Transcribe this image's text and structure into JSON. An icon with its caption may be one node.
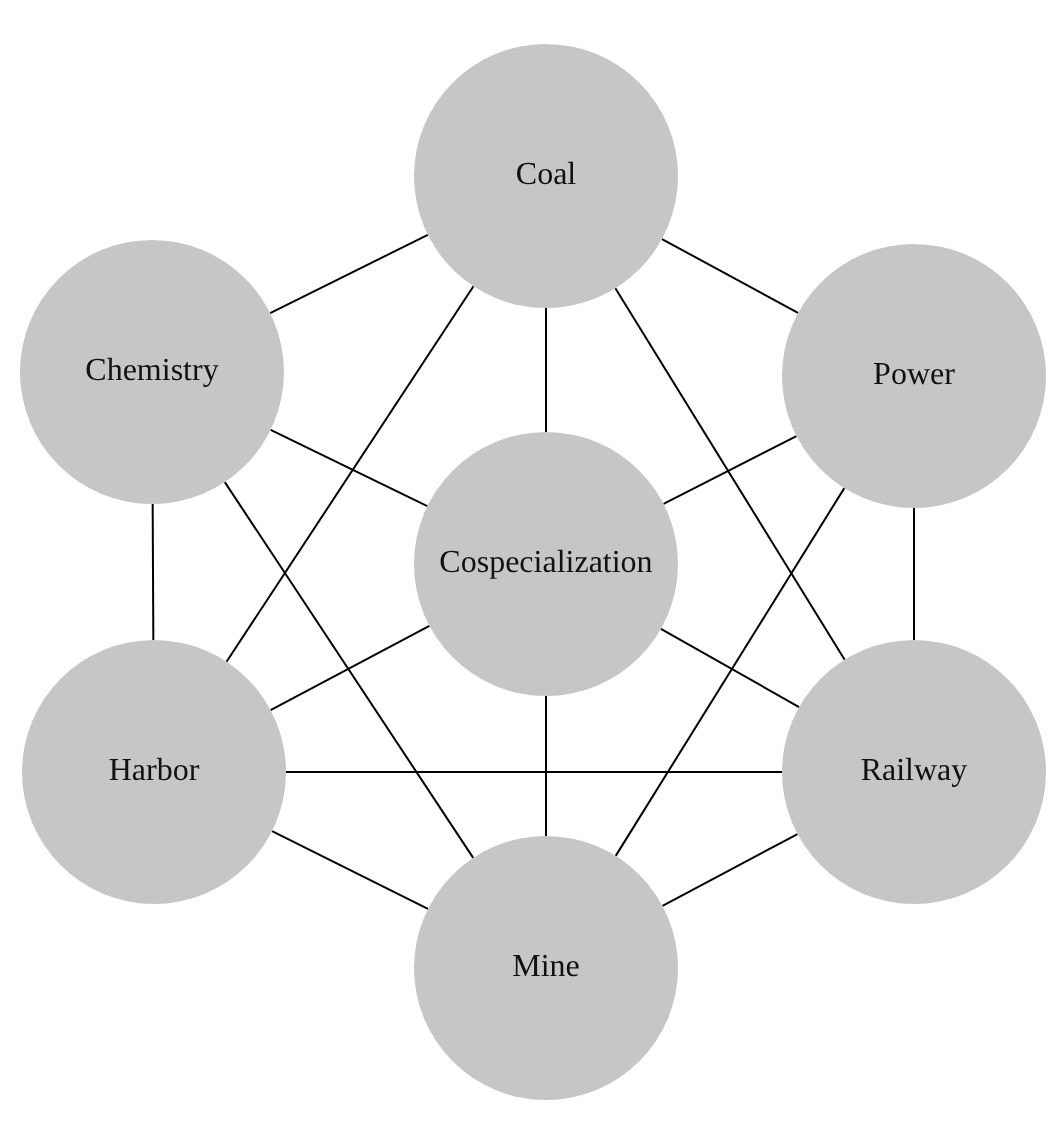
{
  "diagram": {
    "nodes": [
      {
        "text": [
          "Coal"
        ]
      },
      {
        "text": [
          "Chemistry"
        ]
      },
      {
        "text": [
          "Power"
        ]
      },
      {
        "text": [
          "Cospecialization"
        ]
      },
      {
        "text": [
          "Harbor"
        ]
      },
      {
        "text": [
          "Railway"
        ]
      },
      {
        "text": [
          "Mine"
        ]
      }
    ],
    "edges": [
      {
        "from": 0,
        "to": 1,
        "arrow": "none"
      },
      {
        "from": 0,
        "to": 2,
        "arrow": "none"
      },
      {
        "from": 0,
        "to": 3,
        "arrow": "none"
      },
      {
        "from": 0,
        "to": 4,
        "arrow": "none"
      },
      {
        "from": 0,
        "to": 5,
        "arrow": "none"
      },
      {
        "from": 1,
        "to": 3,
        "arrow": "none"
      },
      {
        "from": 1,
        "to": 4,
        "arrow": "none"
      },
      {
        "from": 1,
        "to": 6,
        "arrow": "none"
      },
      {
        "from": 2,
        "to": 3,
        "arrow": "none"
      },
      {
        "from": 2,
        "to": 5,
        "arrow": "none"
      },
      {
        "from": 2,
        "to": 6,
        "arrow": "none"
      },
      {
        "from": 3,
        "to": 4,
        "arrow": "none"
      },
      {
        "from": 3,
        "to": 5,
        "arrow": "none"
      },
      {
        "from": 3,
        "to": 6,
        "arrow": "none"
      },
      {
        "from": 4,
        "to": 5,
        "arrow": "none"
      },
      {
        "from": 4,
        "to": 6,
        "arrow": "none"
      },
      {
        "from": 5,
        "to": 6,
        "arrow": "none"
      }
    ]
  }
}
